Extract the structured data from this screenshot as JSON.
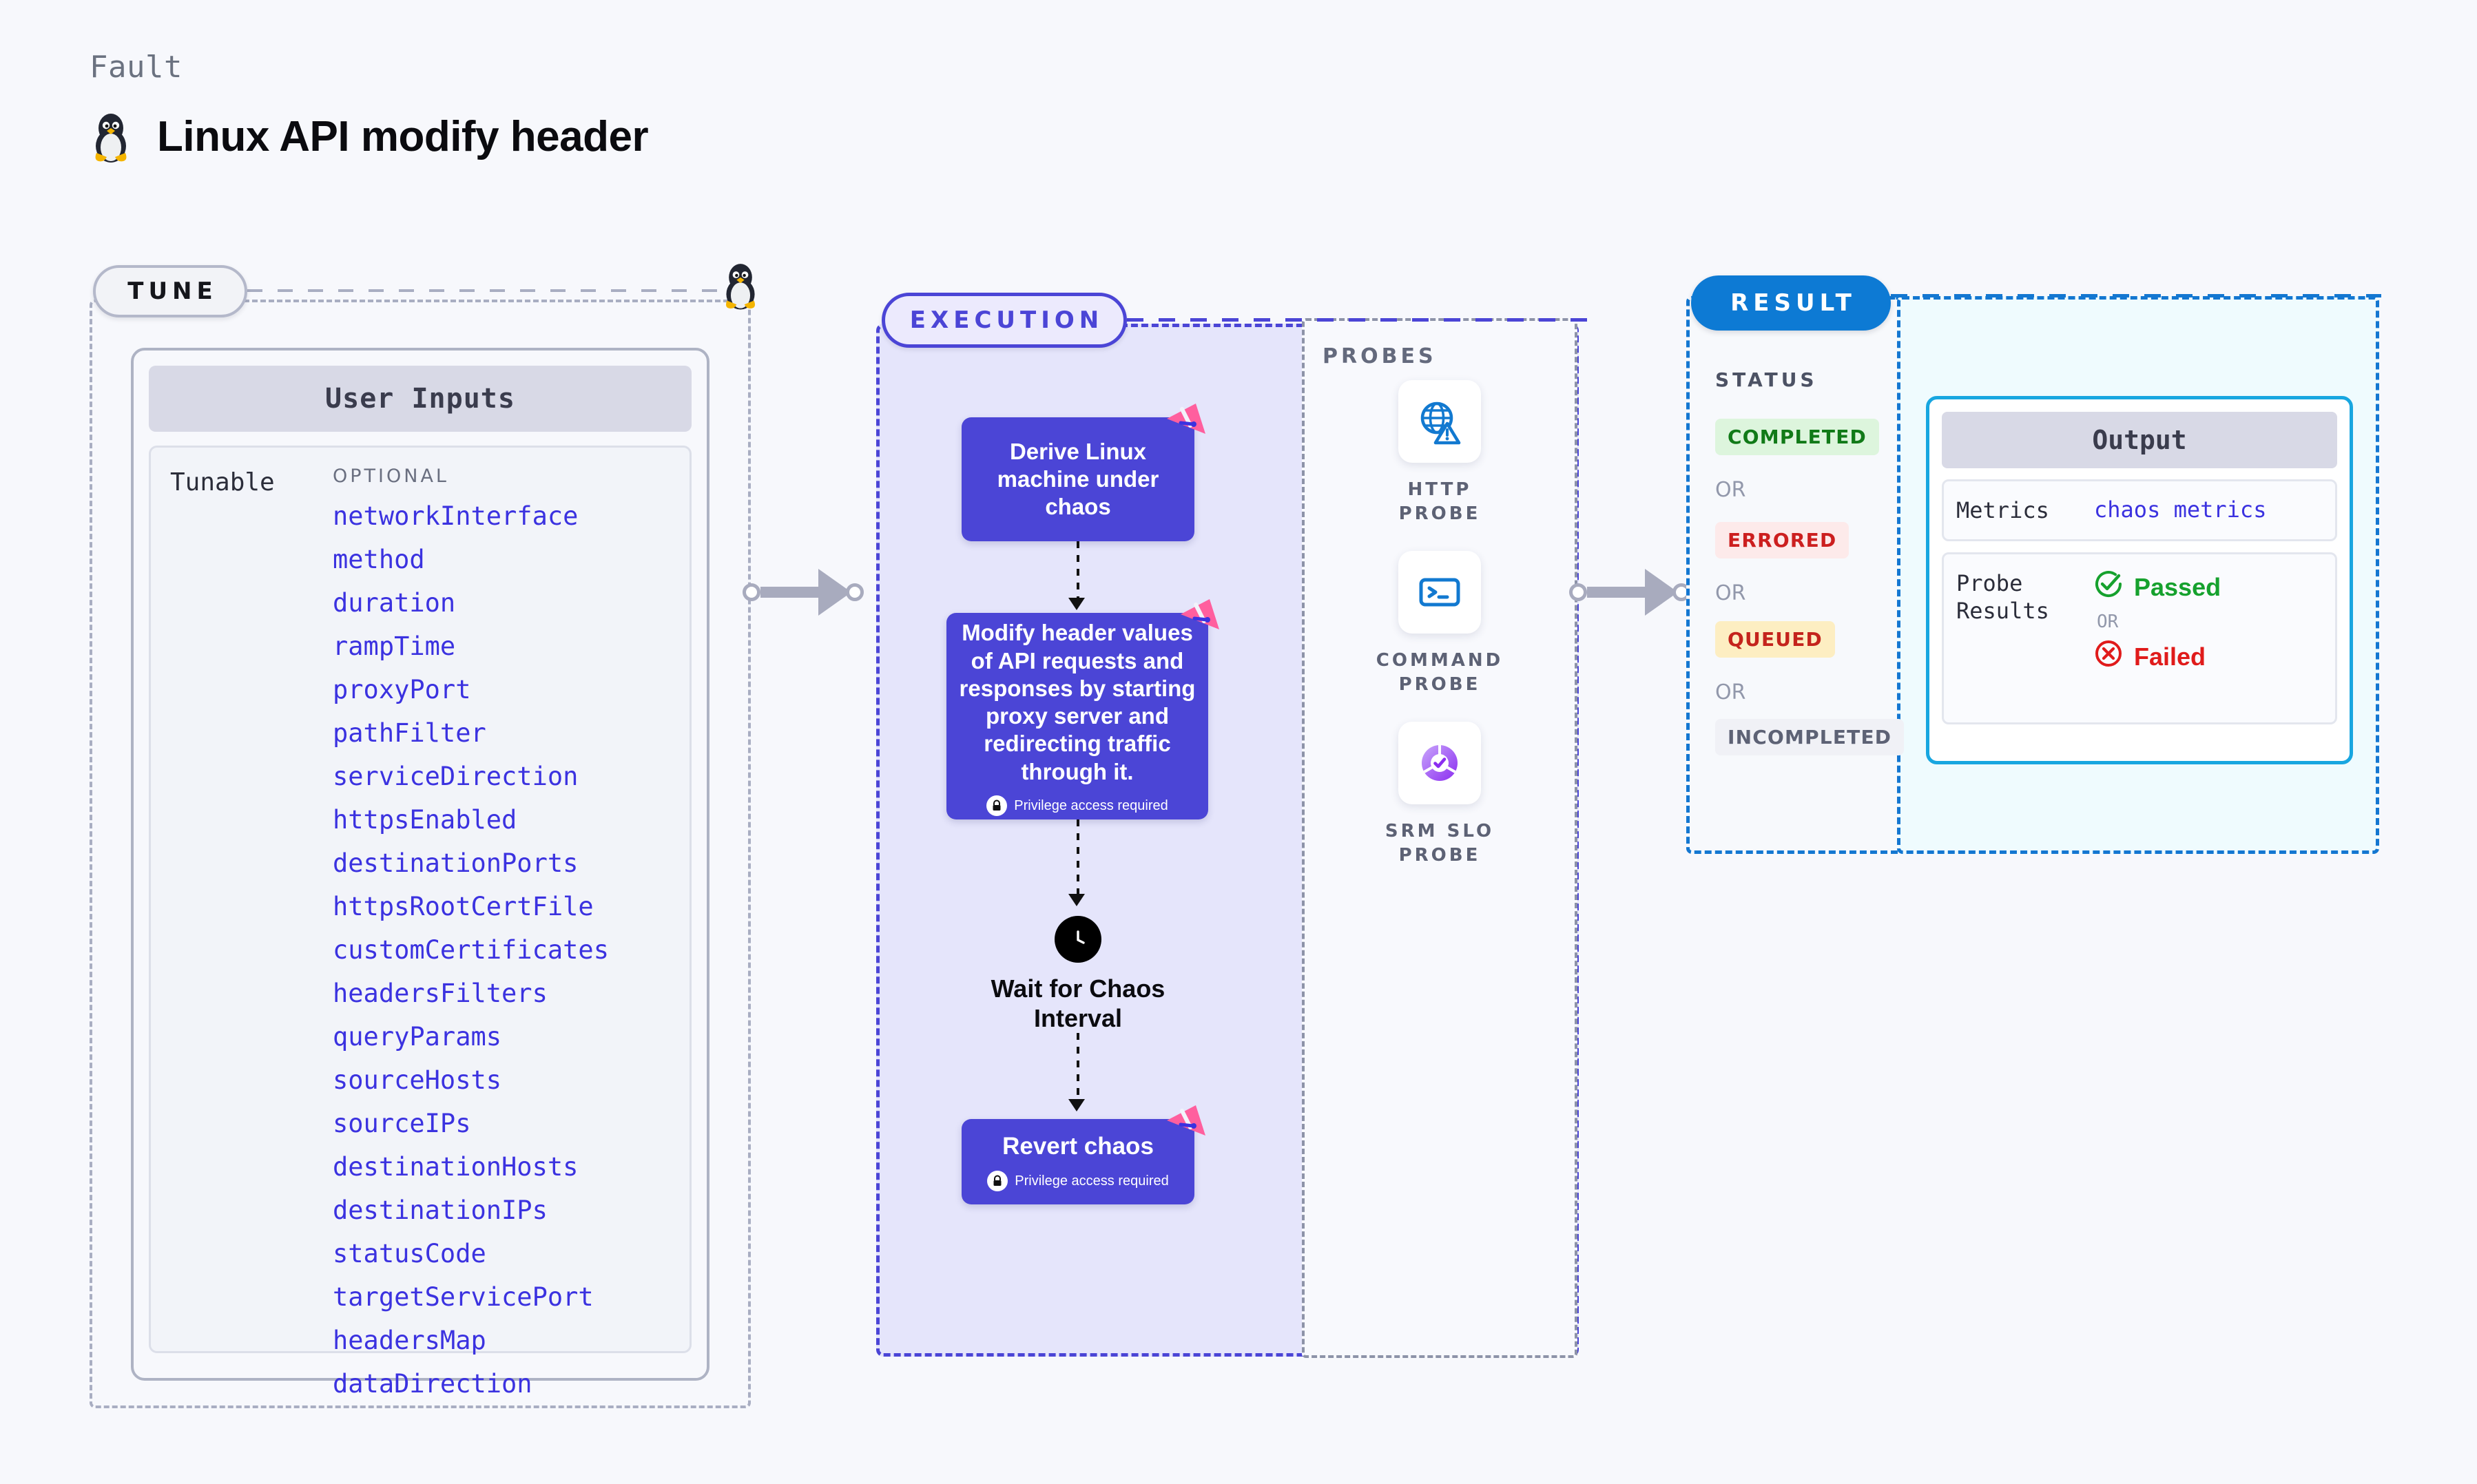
{
  "header": {
    "kicker": "Fault",
    "title": "Linux API modify header",
    "icon": "tux-penguin-icon"
  },
  "tune": {
    "badge": "TUNE",
    "card_header": "User Inputs",
    "tunable_label": "Tunable",
    "optional_label": "OPTIONAL",
    "parameters": [
      "networkInterface",
      "method",
      "duration",
      "rampTime",
      "proxyPort",
      "pathFilter",
      "serviceDirection",
      "httpsEnabled",
      "destinationPorts",
      "httpsRootCertFile",
      "customCertificates",
      "headersFilters",
      "queryParams",
      "sourceHosts",
      "sourceIPs",
      "destinationHosts",
      "destinationIPs",
      "statusCode",
      "targetServicePort",
      "headersMap",
      "dataDirection"
    ]
  },
  "execution": {
    "badge": "EXECUTION",
    "nodes": {
      "derive": "Derive Linux machine under chaos",
      "modify": "Modify header values of API requests and responses by starting proxy server and redirecting traffic through it.",
      "wait": "Wait for Chaos Interval",
      "revert": "Revert chaos"
    },
    "privilege_note": "Privilege access required"
  },
  "probes": {
    "title": "PROBES",
    "items": [
      {
        "label": "HTTP PROBE",
        "icon": "globe-warning-icon"
      },
      {
        "label": "COMMAND PROBE",
        "icon": "terminal-icon"
      },
      {
        "label": "SRM SLO PROBE",
        "icon": "slo-donut-icon"
      }
    ]
  },
  "result": {
    "badge": "RESULT",
    "status_title": "STATUS",
    "or_label": "OR",
    "statuses": [
      {
        "label": "COMPLETED",
        "bg": "#ddf5dd",
        "fg": "#117a18"
      },
      {
        "label": "ERRORED",
        "bg": "#fdeaea",
        "fg": "#cc1f1f"
      },
      {
        "label": "QUEUED",
        "bg": "#fdeec2",
        "fg": "#c4231c"
      },
      {
        "label": "INCOMPLETED",
        "bg": "#f0f1f6",
        "fg": "#5d6275"
      }
    ],
    "output": {
      "header": "Output",
      "metrics_key": "Metrics",
      "metrics_value": "chaos metrics",
      "probe_key": "Probe Results",
      "passed_label": "Passed",
      "failed_label": "Failed",
      "or_label": "OR"
    }
  },
  "colors": {
    "page_bg": "#f7f8fc",
    "indigo": "#4b45d6",
    "link_blue": "#3b32e0",
    "result_blue": "#0d7ad4",
    "cyan": "#18a6e0",
    "flag_pink": "#ff5f9e"
  }
}
